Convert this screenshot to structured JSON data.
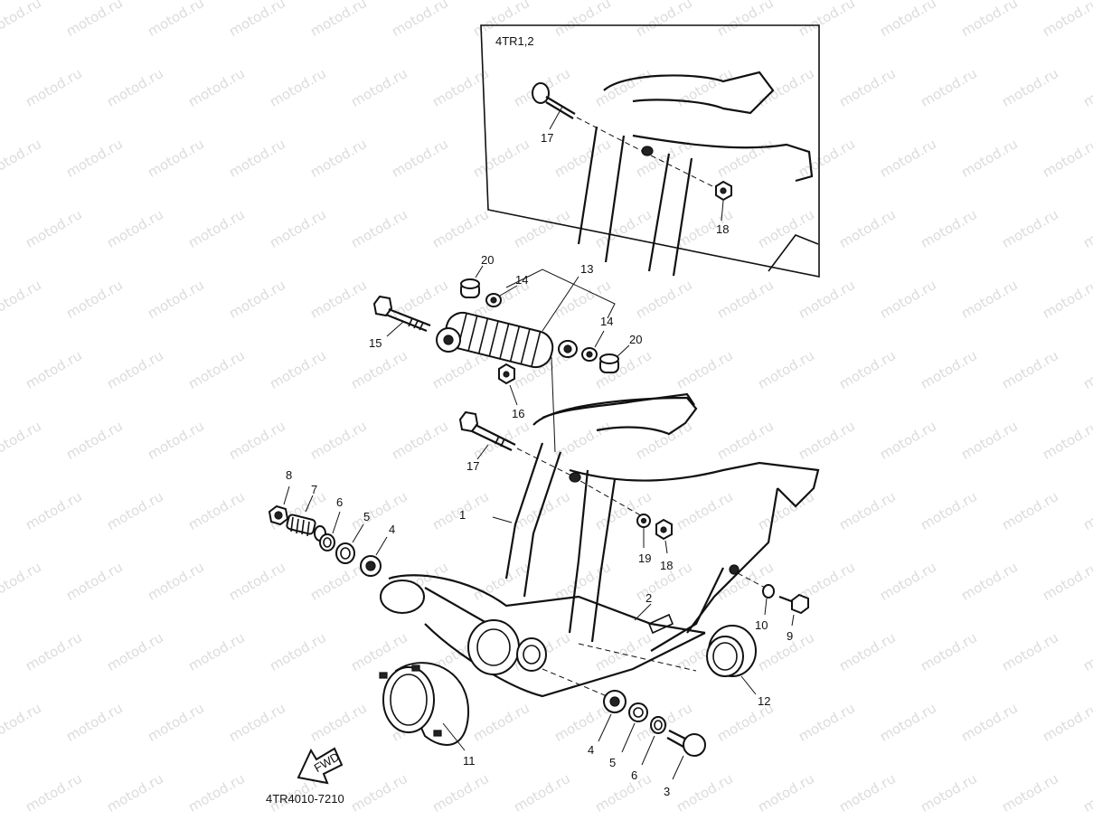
{
  "watermark": "motod.ru",
  "inset_label": "4TR1,2",
  "part_code": "4TR4010-7210",
  "fwd_label": "FWD",
  "callouts": {
    "c1": "1",
    "c2": "2",
    "c3": "3",
    "c4a": "4",
    "c4b": "4",
    "c5a": "5",
    "c5b": "5",
    "c6a": "6",
    "c6b": "6",
    "c7": "7",
    "c8": "8",
    "c9": "9",
    "c10": "10",
    "c11": "11",
    "c12": "12",
    "c13": "13",
    "c14a": "14",
    "c14b": "14",
    "c15": "15",
    "c16": "16",
    "c17a": "17",
    "c17b": "17",
    "c18a": "18",
    "c18b": "18",
    "c19": "19",
    "c20a": "20",
    "c20b": "20"
  },
  "colors": {
    "ink": "#111111",
    "watermark": "#dcdcdc",
    "background": "#ffffff"
  }
}
